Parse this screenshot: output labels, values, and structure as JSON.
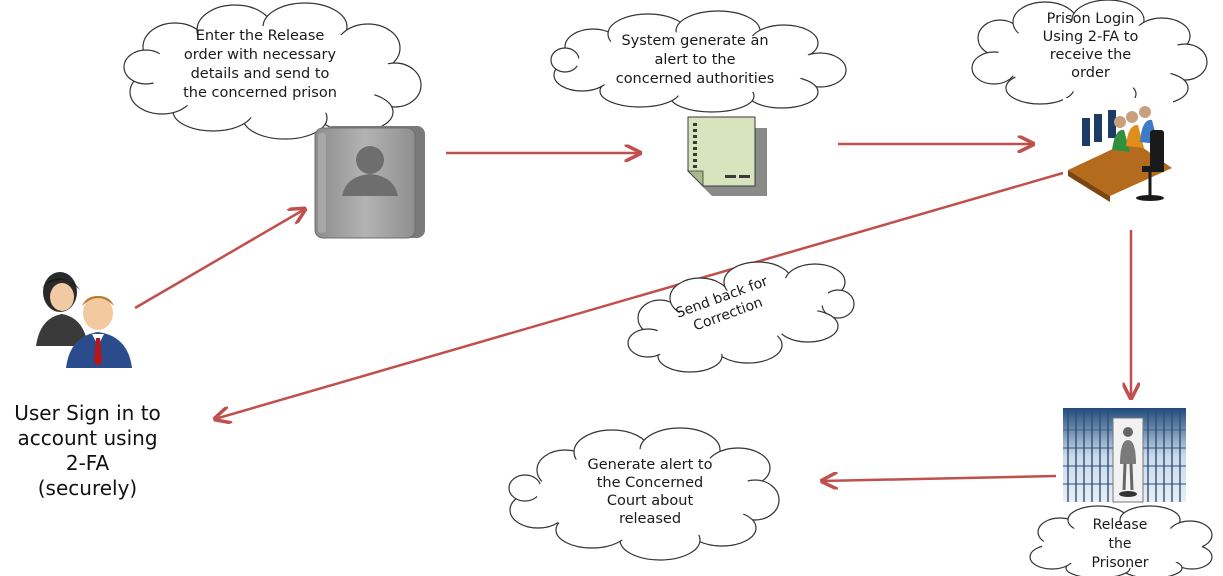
{
  "colors": {
    "arrow": "#c0504d",
    "cloud_stroke": "#333333",
    "document_fill": "#d7e4bd",
    "folder_gray": "#9a9a9a",
    "user_text": "#111111"
  },
  "icons": {
    "user": "users-icon",
    "folder": "contact-folder-icon",
    "document": "document-icon",
    "computer_operators": "computer-operators-icon",
    "prison": "prison-bars-icon"
  },
  "user": {
    "label": "User Sign in to\naccount using\n2-FA\n(securely)"
  },
  "clouds": {
    "enter_release_order": "Enter the Release\norder with necessary\ndetails and send to\nthe concerned prison",
    "system_alert": "System generate an\nalert to the\nconcerned authorities",
    "prison_login": "Prison Login\nUsing 2-FA to\nreceive the\norder",
    "send_back": "Send back for\nCorrection",
    "court_alert": "Generate alert to\nthe Concerned\nCourt about\nreleased",
    "release_prisoner": "Release\nthe\nPrisoner"
  }
}
